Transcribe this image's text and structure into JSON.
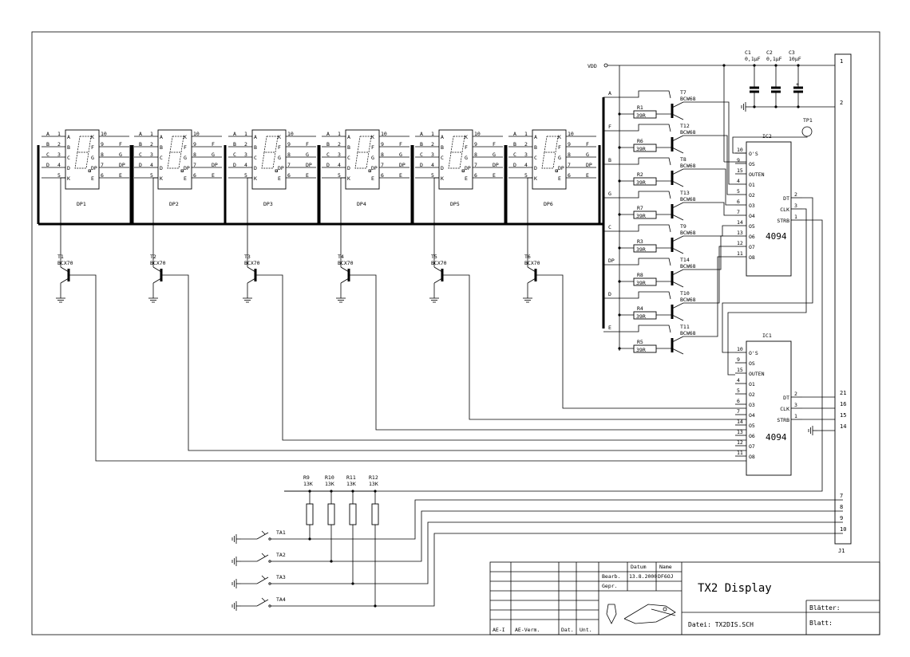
{
  "displays": [
    {
      "ref": "DP1"
    },
    {
      "ref": "DP2"
    },
    {
      "ref": "DP3"
    },
    {
      "ref": "DP4"
    },
    {
      "ref": "DP5"
    },
    {
      "ref": "DP6"
    }
  ],
  "display_pins": {
    "left_nums": [
      "1",
      "2",
      "3",
      "4",
      "5"
    ],
    "left_sigs": [
      "A",
      "B",
      "C",
      "D"
    ],
    "left_inner": [
      "A",
      "B",
      "C",
      "D",
      "K"
    ],
    "right_nums": [
      "10",
      "9",
      "8",
      "7",
      "6"
    ],
    "right_sigs": [
      "F",
      "G",
      "DP",
      "E"
    ],
    "right_inner": [
      "K",
      "F",
      "G",
      "DP",
      "E"
    ]
  },
  "digit_transistors": [
    {
      "ref": "T1",
      "type": "BCX70"
    },
    {
      "ref": "T2",
      "type": "BCX70"
    },
    {
      "ref": "T3",
      "type": "BCX70"
    },
    {
      "ref": "T4",
      "type": "BCX70"
    },
    {
      "ref": "T5",
      "type": "BCX70"
    },
    {
      "ref": "T6",
      "type": "BCX70"
    }
  ],
  "segment_drivers": [
    {
      "bus": "A",
      "res": "R1",
      "val": "39R",
      "tr": "T7",
      "type": "BCW68"
    },
    {
      "bus": "F",
      "res": "R6",
      "val": "39R",
      "tr": "T12",
      "type": "BCW68"
    },
    {
      "bus": "B",
      "res": "R2",
      "val": "39R",
      "tr": "T8",
      "type": "BCW68"
    },
    {
      "bus": "G",
      "res": "R7",
      "val": "39R",
      "tr": "T13",
      "type": "BCW68"
    },
    {
      "bus": "C",
      "res": "R3",
      "val": "39R",
      "tr": "T9",
      "type": "BCW68"
    },
    {
      "bus": "DP",
      "res": "R8",
      "val": "39R",
      "tr": "T14",
      "type": "BCW68"
    },
    {
      "bus": "D",
      "res": "R4",
      "val": "39R",
      "tr": "T10",
      "type": "BCW68"
    },
    {
      "bus": "E",
      "res": "R5",
      "val": "39R",
      "tr": "T11",
      "type": "BCW68"
    }
  ],
  "capacitors": [
    {
      "ref": "C1",
      "val": "0,1µF"
    },
    {
      "ref": "C2",
      "val": "0,1µF"
    },
    {
      "ref": "C3",
      "val": "10µF"
    }
  ],
  "vdd": "VDD",
  "test_point": "TP1",
  "ics": [
    {
      "ref": "IC2",
      "part": "4094",
      "left_pins": [
        {
          "n": "10",
          "l": "O'S"
        },
        {
          "n": "9",
          "l": "OS"
        },
        {
          "n": "15",
          "l": "OUTEN"
        },
        {
          "n": "4",
          "l": "O1"
        },
        {
          "n": "5",
          "l": "O2"
        },
        {
          "n": "6",
          "l": "O3"
        },
        {
          "n": "7",
          "l": "O4"
        },
        {
          "n": "14",
          "l": "O5"
        },
        {
          "n": "13",
          "l": "O6"
        },
        {
          "n": "12",
          "l": "O7"
        },
        {
          "n": "11",
          "l": "O8"
        }
      ],
      "right_pins": [
        {
          "n": "2",
          "l": "DT"
        },
        {
          "n": "3",
          "l": "CLK"
        },
        {
          "n": "1",
          "l": "STRB"
        }
      ]
    },
    {
      "ref": "IC1",
      "part": "4094",
      "left_pins": [
        {
          "n": "10",
          "l": "O'S"
        },
        {
          "n": "9",
          "l": "OS"
        },
        {
          "n": "15",
          "l": "OUTEN"
        },
        {
          "n": "4",
          "l": "O1"
        },
        {
          "n": "5",
          "l": "O2"
        },
        {
          "n": "6",
          "l": "O3"
        },
        {
          "n": "7",
          "l": "O4"
        },
        {
          "n": "14",
          "l": "O5"
        },
        {
          "n": "13",
          "l": "O6"
        },
        {
          "n": "12",
          "l": "O7"
        },
        {
          "n": "11",
          "l": "O8"
        }
      ],
      "right_pins": [
        {
          "n": "2",
          "l": "DT"
        },
        {
          "n": "3",
          "l": "CLK"
        },
        {
          "n": "1",
          "l": "STRB"
        }
      ]
    }
  ],
  "connector": {
    "ref": "J1",
    "top_pins": [
      "1",
      "2"
    ],
    "mid_pins": [
      "21",
      "16",
      "15",
      "14"
    ],
    "bottom_pins": [
      "7",
      "8",
      "9",
      "10"
    ]
  },
  "pullups": [
    {
      "ref": "R9",
      "val": "13K"
    },
    {
      "ref": "R10",
      "val": "13K"
    },
    {
      "ref": "R11",
      "val": "13K"
    },
    {
      "ref": "R12",
      "val": "13K"
    }
  ],
  "switches": [
    {
      "ref": "TA1"
    },
    {
      "ref": "TA2"
    },
    {
      "ref": "TA3"
    },
    {
      "ref": "TA4"
    }
  ],
  "title_block": {
    "col_datum": "Datum",
    "col_name": "Name",
    "row_bearb": "Bearb.",
    "row_gepr": "Gepr.",
    "date": "13.8.2000",
    "name": "DF6OJ",
    "title": "TX2 Display",
    "file": "Datei: TX2DIS.SCH",
    "blaetter": "Blätter:",
    "blatt": "Blatt:",
    "ae_i": "AE-I",
    "ae_verm": "AE-Verm.",
    "dat": "Dat.",
    "unt": "Unt."
  }
}
